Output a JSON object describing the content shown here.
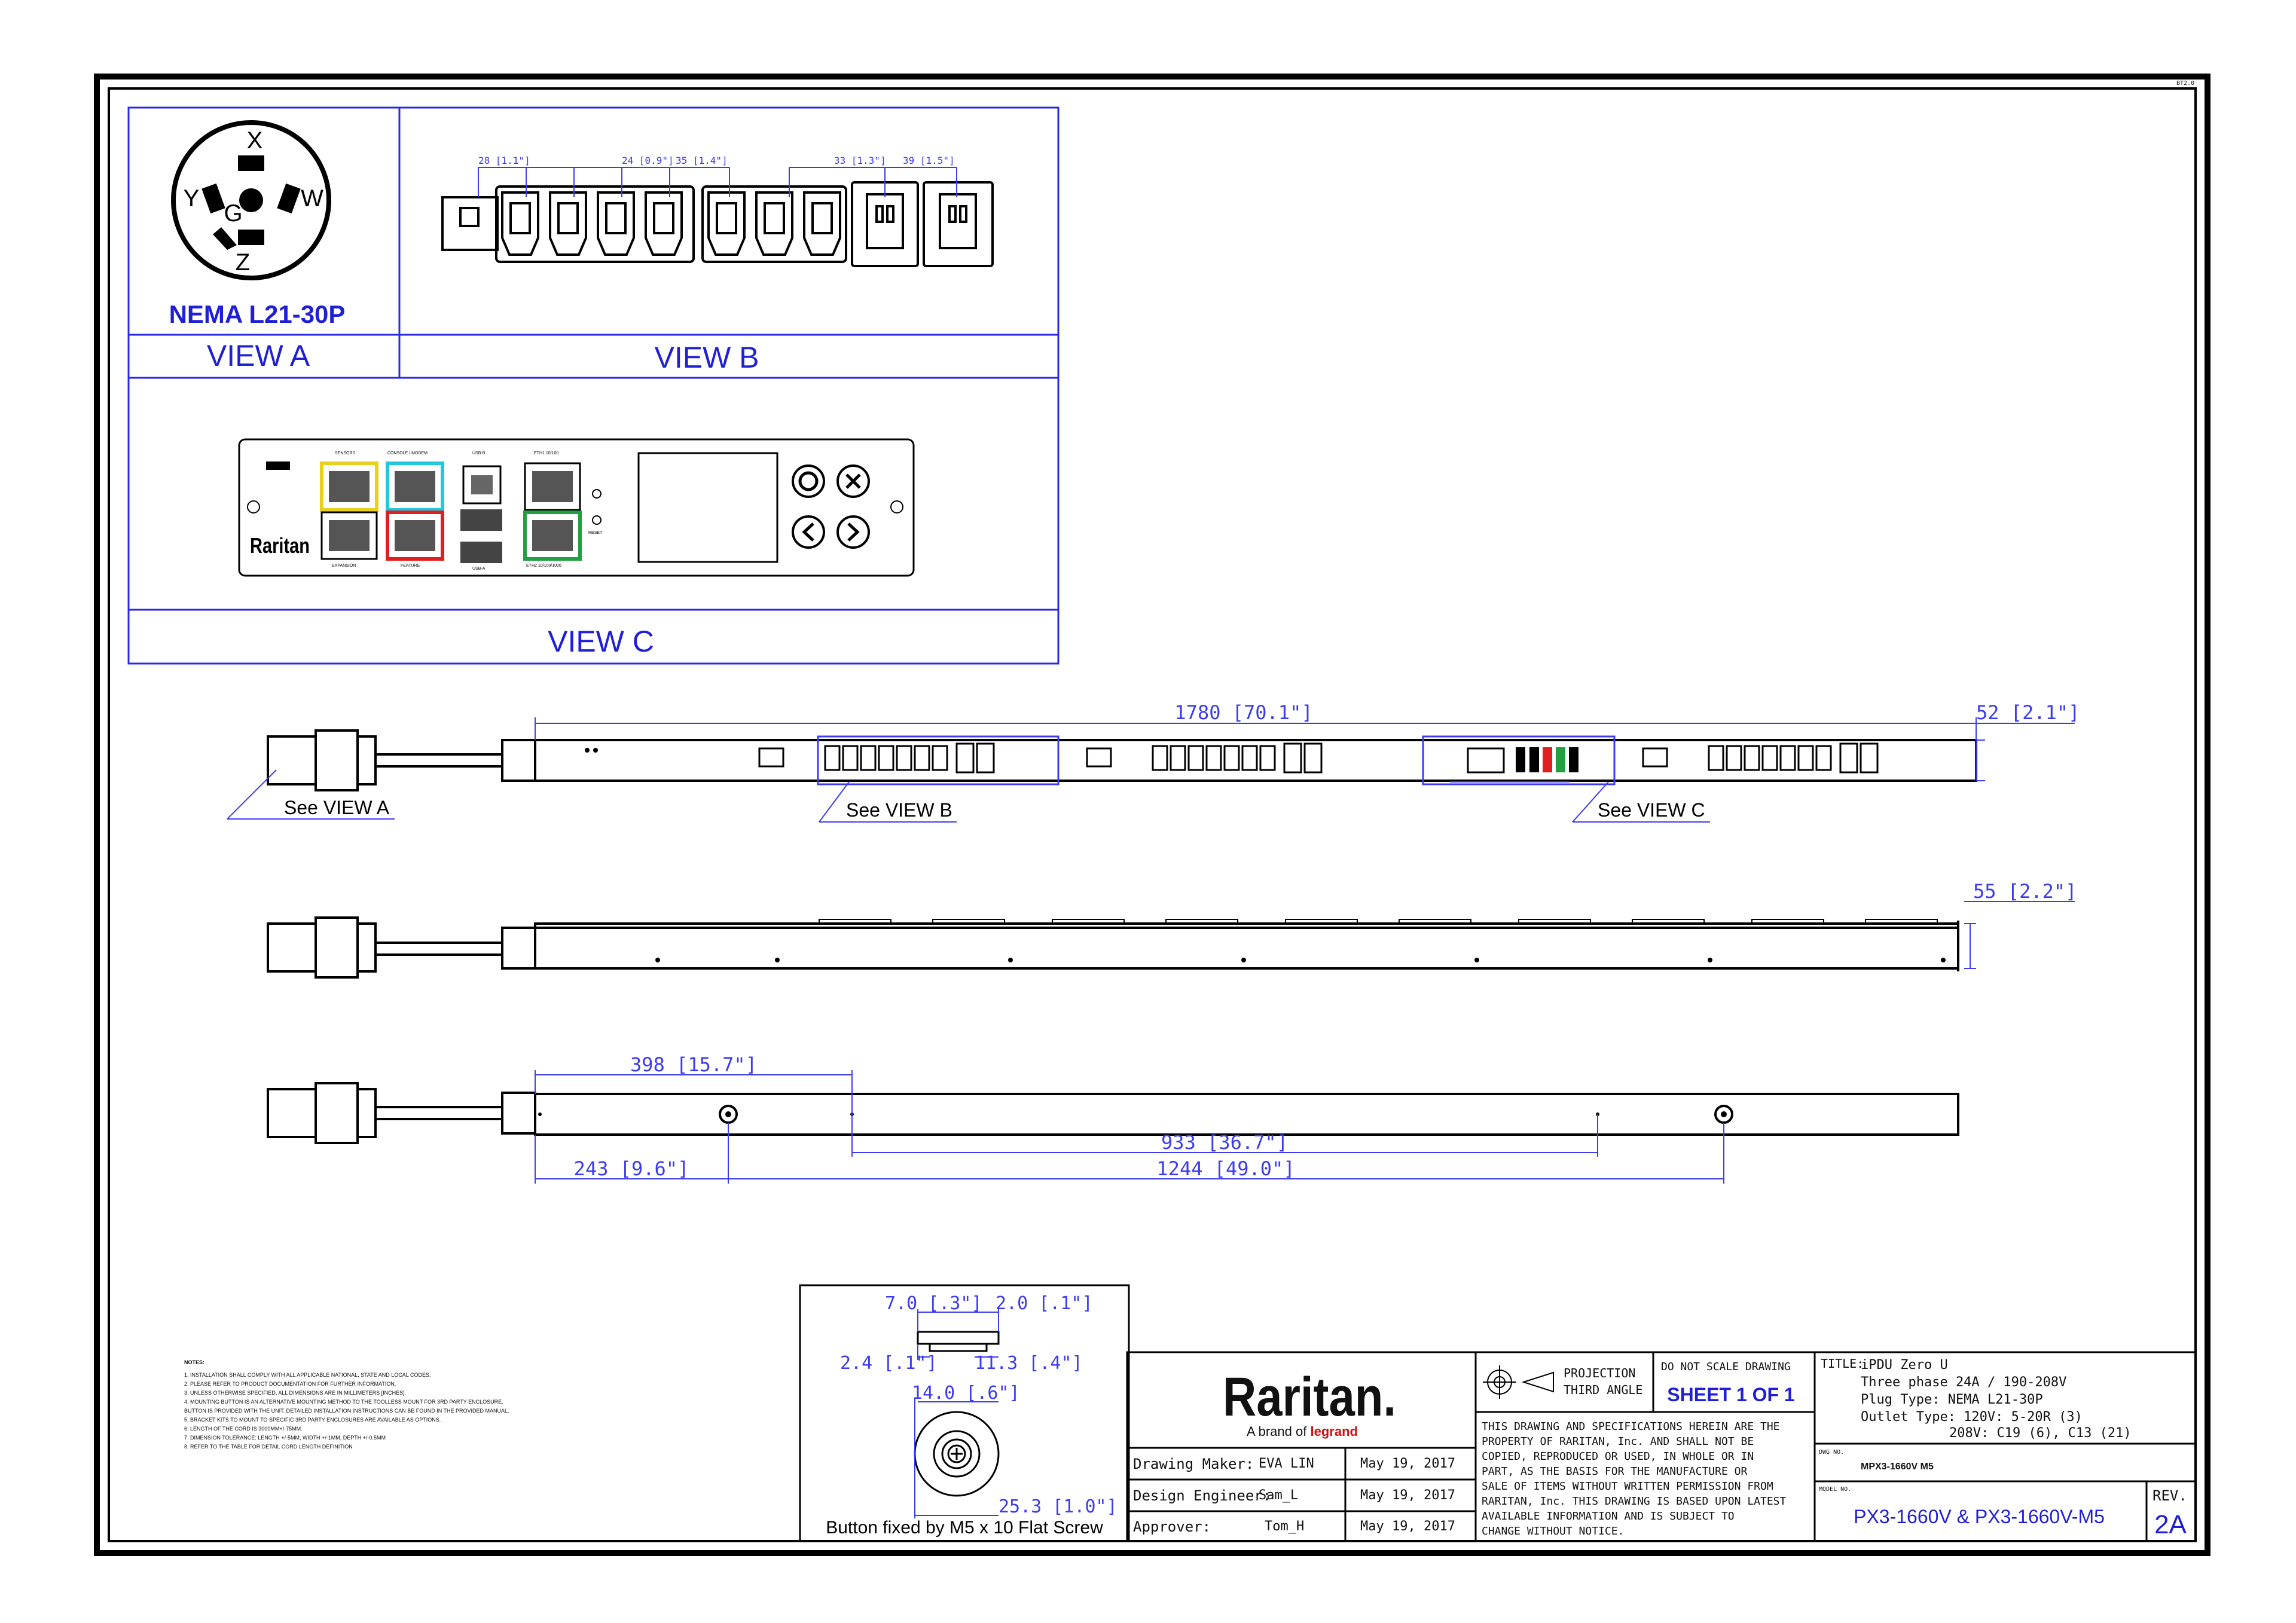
{
  "view_a": {
    "pins": [
      "X",
      "Y",
      "G",
      "W",
      "Z"
    ],
    "plug_label": "NEMA L21-30P",
    "title": "VIEW A"
  },
  "view_b": {
    "title": "VIEW B",
    "dims": [
      "28 [1.1\"]",
      "24 [0.9\"]",
      "35 [1.4\"]",
      "33 [1.3\"]",
      "39 [1.5\"]"
    ]
  },
  "view_c": {
    "title": "VIEW C",
    "brand": "Raritan",
    "port_labels": [
      "SENSORS",
      "CONSOLE / MODEM",
      "USB-B",
      "ETH1 10/100",
      "EXPANSION",
      "FEATURE",
      "USB-A",
      "ETH2 10/100/1000",
      "RESET"
    ]
  },
  "front_view": {
    "dim_length": "1780 [70.1\"]",
    "dim_width": "52 [2.1\"]",
    "callouts": [
      "See VIEW A",
      "See VIEW B",
      "See VIEW C"
    ]
  },
  "side_view": {
    "dim_depth": "55 [2.2\"]"
  },
  "back_view": {
    "dim_398": "398 [15.7\"]",
    "dim_933": "933 [36.7\"]",
    "dim_243": "243 [9.6\"]",
    "dim_1244": "1244 [49.0\"]"
  },
  "button_detail": {
    "dims": [
      "7.0 [.3\"]",
      "2.0 [.1\"]",
      "2.4 [.1\"]",
      "11.3 [.4\"]",
      "14.0 [.6\"]",
      "25.3 [1.0\"]"
    ],
    "caption": "Button fixed by M5 x 10 Flat Screw"
  },
  "notes": {
    "heading": "NOTES:",
    "items": [
      "1. INSTALLATION SHALL COMPLY WITH ALL APPLICABLE NATIONAL, STATE AND LOCAL CODES.",
      "2. PLEASE REFER TO PRODUCT DOCUMENTATION FOR FURTHER INFORMATION.",
      "3. UNLESS OTHERWISE SPECIFIED, ALL DIMENSIONS ARE IN MILLIMETERS [INCHES].",
      "4. MOUNTING BUTTON IS AN ALTERNATIVE MOUNTING METHOD TO THE TOOLLESS MOUNT FOR 3RD PARTY ENCLOSURE.",
      "   BUTTON IS PROVIDED WITH THE UNIT. DETAILED INSTALLATION INSTRUCTIONS CAN BE FOUND IN THE PROVIDED MANUAL.",
      "5. BRACKET KITS TO MOUNT TO SPECIFIC 3RD PARTY ENCLOSURES ARE AVAILABLE AS OPTIONS.",
      "6. LENGTH OF THE CORD IS 3000MM+/-75MM.",
      "7. DIMENSION TOLERANCE: LENGTH +/-5MM, WIDTH +/-1MM, DEPTH +/-0.5MM",
      "8. REFER TO THE TABLE FOR DETAIL CORD LENGTH DEFINITION"
    ]
  },
  "title_block": {
    "logo": "Raritan.",
    "logo_sub_prefix": "A brand of",
    "logo_sub_brand": "legrand",
    "rows": [
      {
        "label": "Drawing Maker:",
        "name": "EVA LIN",
        "date": "May 19, 2017"
      },
      {
        "label": "Design Engineer:",
        "name": "Sam_L",
        "date": "May 19, 2017"
      },
      {
        "label": "Approver:",
        "name": "Tom_H",
        "date": "May 19, 2017"
      }
    ],
    "projection_line1": "PROJECTION",
    "projection_line2": "THIRD ANGLE",
    "do_not_scale": "DO NOT SCALE DRAWING",
    "sheet": "SHEET 1 OF 1",
    "property_notice": [
      "THIS DRAWING AND SPECIFICATIONS HEREIN ARE THE",
      "PROPERTY OF RARITAN, Inc. AND SHALL NOT BE",
      "COPIED, REPRODUCED OR USED, IN WHOLE OR IN",
      "PART, AS THE BASIS FOR THE MANUFACTURE OR",
      "SALE OF ITEMS WITHOUT WRITTEN PERMISSION FROM",
      "RARITAN, Inc. THIS DRAWING IS BASED UPON LATEST",
      "AVAILABLE INFORMATION AND IS SUBJECT TO",
      "CHANGE WITHOUT NOTICE."
    ],
    "title_label": "TITLE:",
    "title_lines": [
      "iPDU Zero U",
      "Three phase 24A / 190-208V",
      "Plug Type: NEMA L21-30P",
      "Outlet Type: 120V: 5-20R (3)",
      "208V: C19 (6), C13 (21)"
    ],
    "dwg_label": "DWG NO.",
    "dwg_no": "MPX3-1660V M5",
    "model_label": "MODEL NO.",
    "model": "PX3-1660V & PX3-1660V-M5",
    "rev_label": "REV.",
    "rev": "2A"
  },
  "colors": {
    "frame": "#000000",
    "view_border": "#2a2ae6",
    "dimension": "#3b3bf0",
    "label": "#1f1fd6",
    "sensor_port": "#e8d020",
    "console_port": "#20c8e0",
    "feature_port": "#e02020",
    "eth2_port": "#20a040"
  }
}
